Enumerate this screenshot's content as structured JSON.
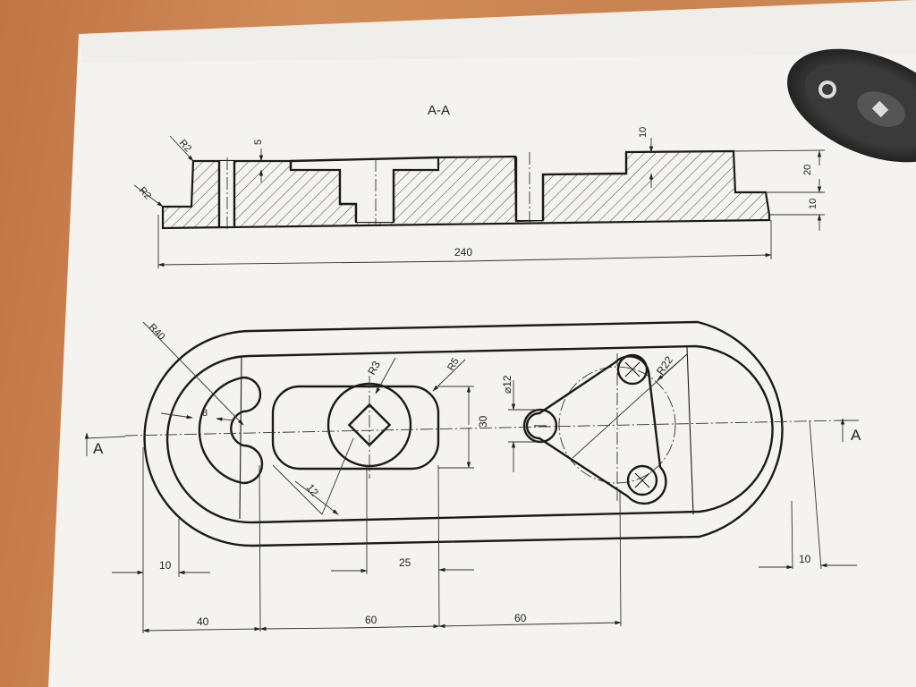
{
  "drawing": {
    "section_title": "A-A",
    "section_marker_left": "A",
    "section_marker_right": "A",
    "section_view_dims": {
      "top_left_radius": "R2",
      "bottom_left_radius": "R2",
      "pocket_depth": "5",
      "counterbore_depth_right": "10",
      "upper_step_height": "20",
      "lower_step_height": "10",
      "overall_length": "240"
    },
    "top_view_dims": {
      "outer_radius": "R40",
      "slot_inner": "8",
      "small_radius": "R3",
      "slot_corner_radius": "R5",
      "pocket_height": "30",
      "diamond_size": "12",
      "hole_diameter": "⌀12",
      "pin_circle_radius": "R22",
      "left_wall": "10",
      "right_wall": "10",
      "pocket_offset": "25",
      "dist_40": "40",
      "dist_60_a": "60",
      "dist_60_b": "60"
    }
  }
}
